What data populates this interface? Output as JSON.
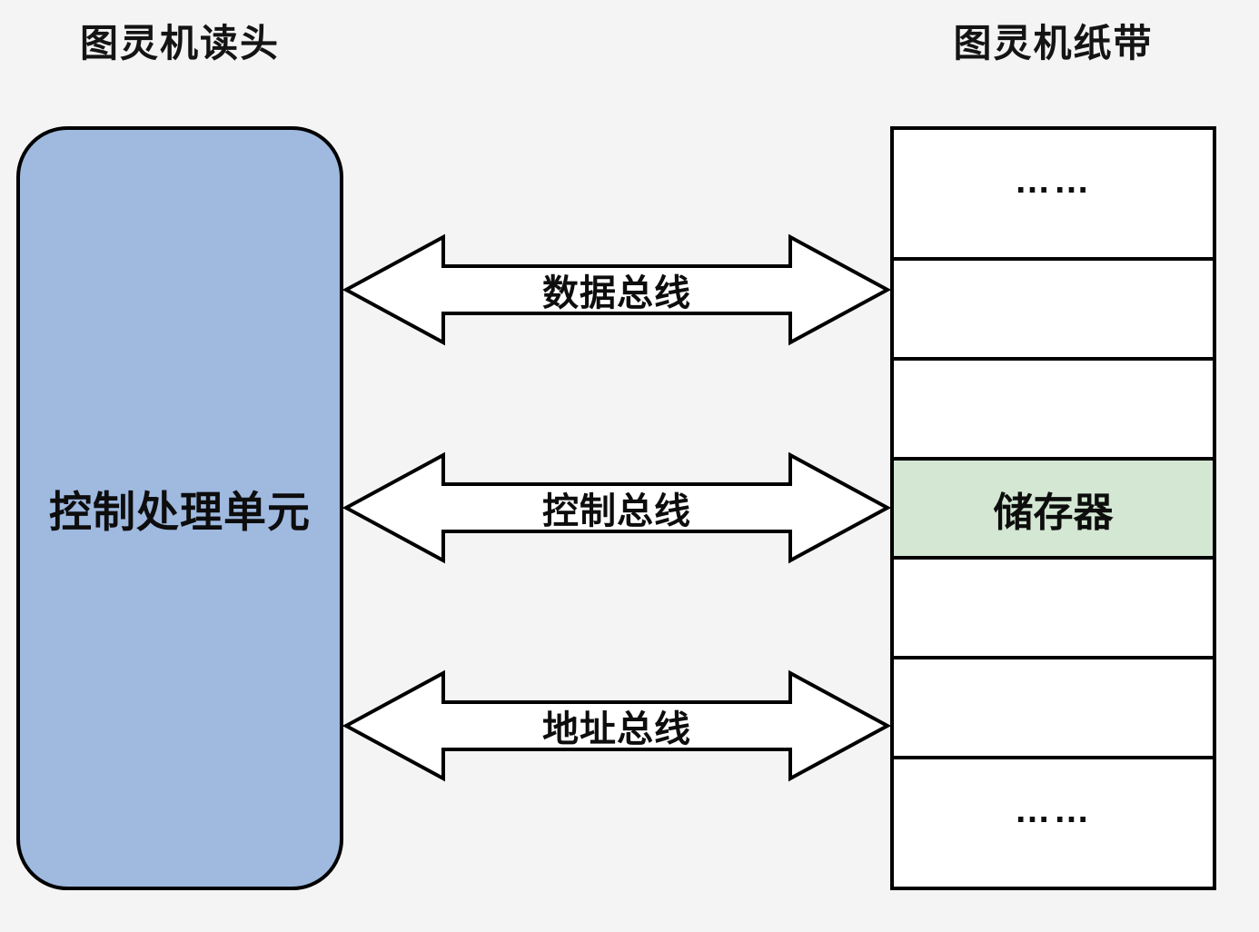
{
  "diagram": {
    "left_title": "图灵机读头",
    "right_title": "图灵机纸带",
    "cpu": {
      "label": "控制处理单元",
      "fill": "#9fb9df"
    },
    "buses": [
      {
        "label": "数据总线"
      },
      {
        "label": "控制总线"
      },
      {
        "label": "地址总线"
      }
    ],
    "tape": {
      "cells": [
        {
          "text": "……",
          "highlighted": false
        },
        {
          "text": "",
          "highlighted": false
        },
        {
          "text": "",
          "highlighted": false
        },
        {
          "text": "储存器",
          "highlighted": true
        },
        {
          "text": "",
          "highlighted": false
        },
        {
          "text": "",
          "highlighted": false
        },
        {
          "text": "……",
          "highlighted": false
        }
      ],
      "highlight_fill": "#d3e7d3"
    },
    "colors": {
      "background": "#f4f4f4",
      "outline": "#000000"
    }
  }
}
